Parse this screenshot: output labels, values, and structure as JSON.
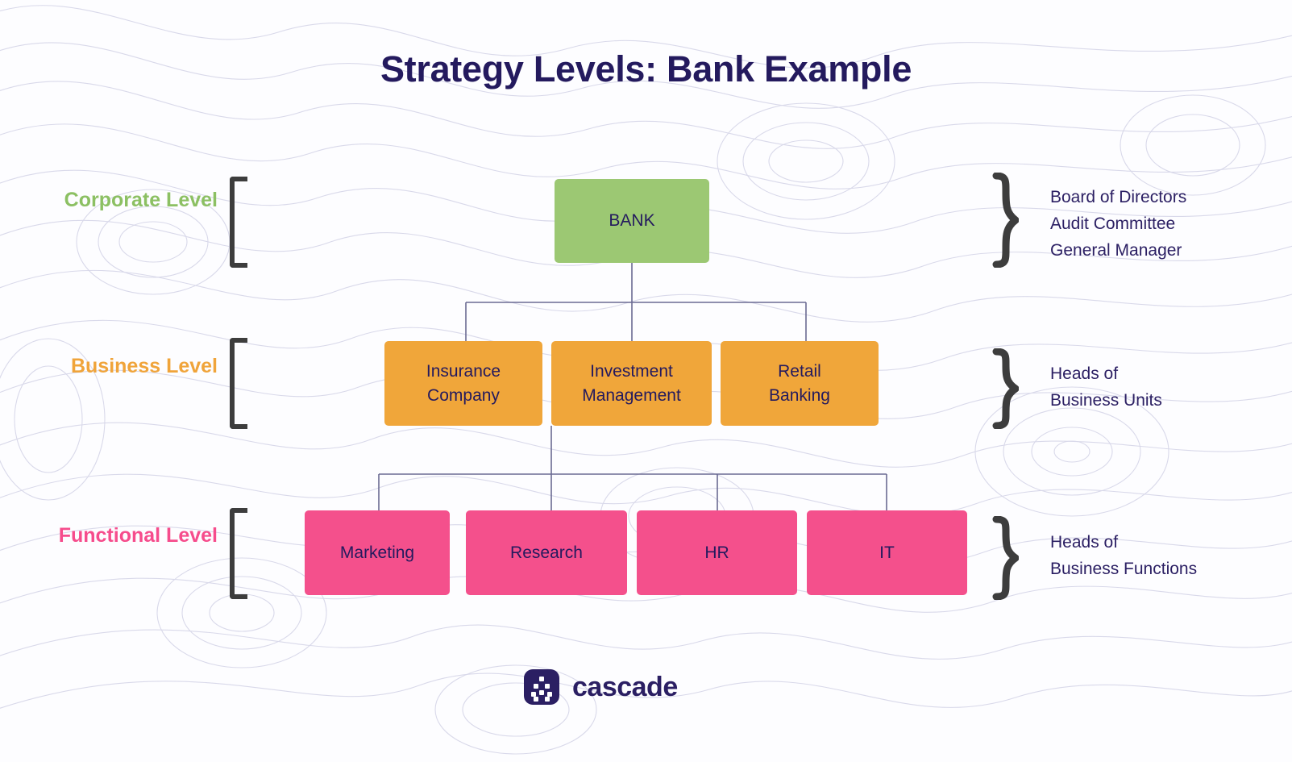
{
  "page": {
    "title": "Strategy Levels: Bank Example",
    "background_color": "#ffffff",
    "pattern": "topographic-contour-lines"
  },
  "colors": {
    "title": "#241a5e",
    "corporate": "#8CC063",
    "business": "#F0A43A",
    "functional": "#F64C8C",
    "corporate_box": "#9CC873",
    "business_box": "#F0A63A",
    "functional_box": "#F4508C",
    "node_text": "#241a5e",
    "bracket": "#3d3d3d",
    "connector": "#6b6b93",
    "annotation_text": "#2b1f63",
    "logo": "#2b1f63"
  },
  "levels": [
    {
      "id": "corporate",
      "label": "Corporate\nLevel",
      "roles": "Board of Directors\nAudit Committee\nGeneral Manager",
      "nodes": [
        "BANK"
      ]
    },
    {
      "id": "business",
      "label": "Business\nLevel",
      "roles": "Heads of\nBusiness Units",
      "nodes": [
        "Insurance\nCompany",
        "Investment\nManagement",
        "Retail\nBanking"
      ]
    },
    {
      "id": "functional",
      "label": "Functional\nLevel",
      "roles": "Heads of\nBusiness Functions",
      "nodes": [
        "Marketing",
        "Research",
        "HR",
        "IT"
      ]
    }
  ],
  "chart_data": {
    "type": "diagram",
    "title": "Strategy Levels: Bank Example",
    "diagram_kind": "org-hierarchy-tree",
    "tiers": [
      {
        "tier_name": "Corporate Level",
        "tier_color": "#9CC873",
        "label_color": "#8CC063",
        "nodes": [
          "BANK"
        ],
        "responsible_roles": [
          "Board of Directors",
          "Audit Committee",
          "General Manager"
        ]
      },
      {
        "tier_name": "Business Level",
        "tier_color": "#F0A63A",
        "label_color": "#F0A43A",
        "nodes": [
          "Insurance Company",
          "Investment Management",
          "Retail Banking"
        ],
        "responsible_roles": [
          "Heads of Business Units"
        ]
      },
      {
        "tier_name": "Functional Level",
        "tier_color": "#F4508C",
        "label_color": "#F64C8C",
        "nodes": [
          "Marketing",
          "Research",
          "HR",
          "IT"
        ],
        "responsible_roles": [
          "Heads of Business Functions"
        ]
      }
    ],
    "edges": [
      {
        "from": "BANK",
        "to": "Insurance Company"
      },
      {
        "from": "BANK",
        "to": "Investment Management"
      },
      {
        "from": "BANK",
        "to": "Retail Banking"
      },
      {
        "from": "Investment Management",
        "to": "Marketing"
      },
      {
        "from": "Investment Management",
        "to": "Research"
      },
      {
        "from": "Investment Management",
        "to": "HR"
      },
      {
        "from": "Investment Management",
        "to": "IT"
      }
    ]
  },
  "nodes": {
    "bank": "BANK",
    "insurance": "Insurance\nCompany",
    "investment": "Investment\nManagement",
    "retail": "Retail\nBanking",
    "marketing": "Marketing",
    "research": "Research",
    "hr": "HR",
    "it": "IT"
  },
  "labels": {
    "corporate": "Corporate\nLevel",
    "business": "Business\nLevel",
    "functional": "Functional\nLevel"
  },
  "annotations": {
    "corporate": "Board of Directors\nAudit Committee\nGeneral Manager",
    "business": "Heads of\nBusiness Units",
    "functional": "Heads of\nBusiness Functions"
  },
  "footer": {
    "brand": "cascade"
  }
}
